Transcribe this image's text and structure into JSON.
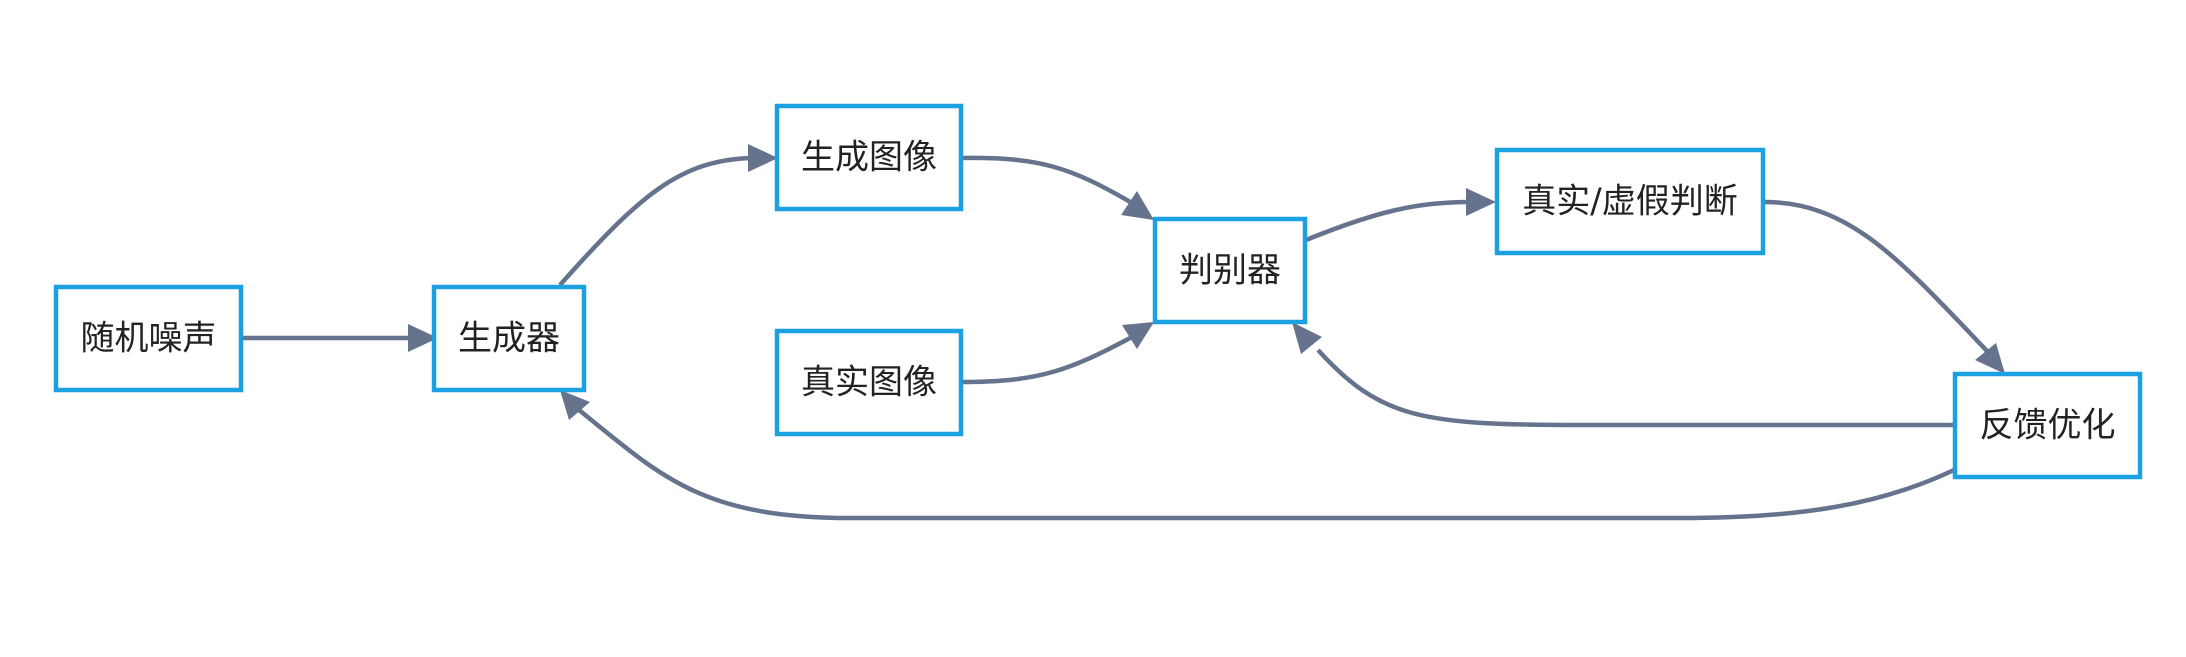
{
  "colors": {
    "node_border": "#1ba1e2",
    "node_fill": "#ffffff",
    "edge": "#65738c",
    "text": "#222222"
  },
  "nodes": {
    "noise": "随机噪声",
    "generator": "生成器",
    "generated_image": "生成图像",
    "real_image": "真实图像",
    "discriminator": "判别器",
    "judgment": "真实/虚假判断",
    "feedback": "反馈优化"
  },
  "edges": [
    {
      "from": "noise",
      "to": "generator"
    },
    {
      "from": "generator",
      "to": "generated_image"
    },
    {
      "from": "generated_image",
      "to": "discriminator"
    },
    {
      "from": "real_image",
      "to": "discriminator"
    },
    {
      "from": "discriminator",
      "to": "judgment"
    },
    {
      "from": "judgment",
      "to": "feedback"
    },
    {
      "from": "feedback",
      "to": "discriminator"
    },
    {
      "from": "feedback",
      "to": "generator"
    }
  ]
}
